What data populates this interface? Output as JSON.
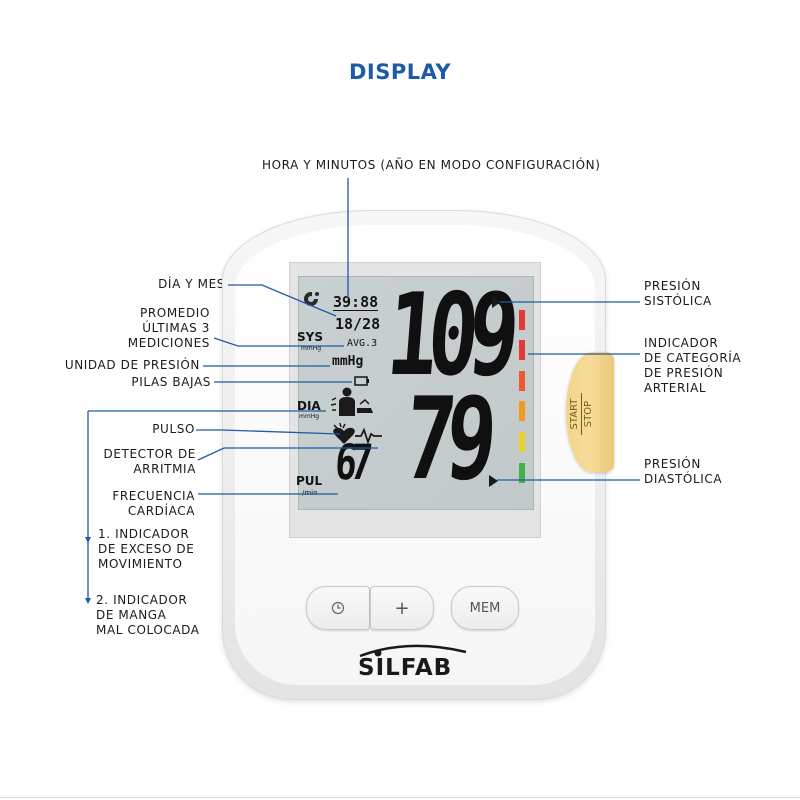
{
  "title": "DISPLAY",
  "callouts": {
    "time": "HORA Y MINUTOS (AÑO EN MODO CONFIGURACIÓN)",
    "date": "DÍA Y MES",
    "avg": [
      "PROMEDIO",
      "ÚLTIMAS 3",
      "MEDICIONES"
    ],
    "unit": "UNIDAD DE PRESIÓN",
    "battery": "PILAS BAJAS",
    "pulse": "PULSO",
    "arrhythmia": [
      "DETECTOR DE",
      "ARRITMIA"
    ],
    "heart_rate": [
      "FRECUENCIA",
      "CARDÍACA"
    ],
    "movement": [
      "1. INDICADOR",
      "DE EXCESO DE",
      "MOVIMIENTO"
    ],
    "cuff": [
      "2. INDICADOR",
      "DE MANGA",
      "MAL COLOCADA"
    ],
    "systolic": [
      "PRESIÓN",
      "SISTÓLICA"
    ],
    "category": [
      "INDICADOR",
      "DE CATEGORÍA",
      "DE PRESIÓN",
      "ARTERIAL"
    ],
    "diastolic": [
      "PRESIÓN",
      "DIASTÓLICA"
    ]
  },
  "lcd": {
    "time": "39:88",
    "date": "18/28",
    "systolic": "109",
    "diastolic": "79",
    "pulse": "67",
    "avg_label": "AVG.3",
    "unit": "mmHg",
    "sys_label": "SYS",
    "dia_label": "DIA",
    "pul_label": "PUL",
    "mmhg_small": "mmHg",
    "per_min": "/min"
  },
  "category_colors": [
    "#e53935",
    "#e53935",
    "#ef5a2c",
    "#f29a1f",
    "#e8d12a",
    "#43b04a"
  ],
  "buttons": {
    "plus": "+",
    "mem": "MEM",
    "start": "START",
    "stop": "STOP"
  },
  "brand": "SILFAB",
  "colors": {
    "title": "#1f5aa6",
    "leader": "#1f5aa6",
    "start_button": "#f2d48a"
  }
}
